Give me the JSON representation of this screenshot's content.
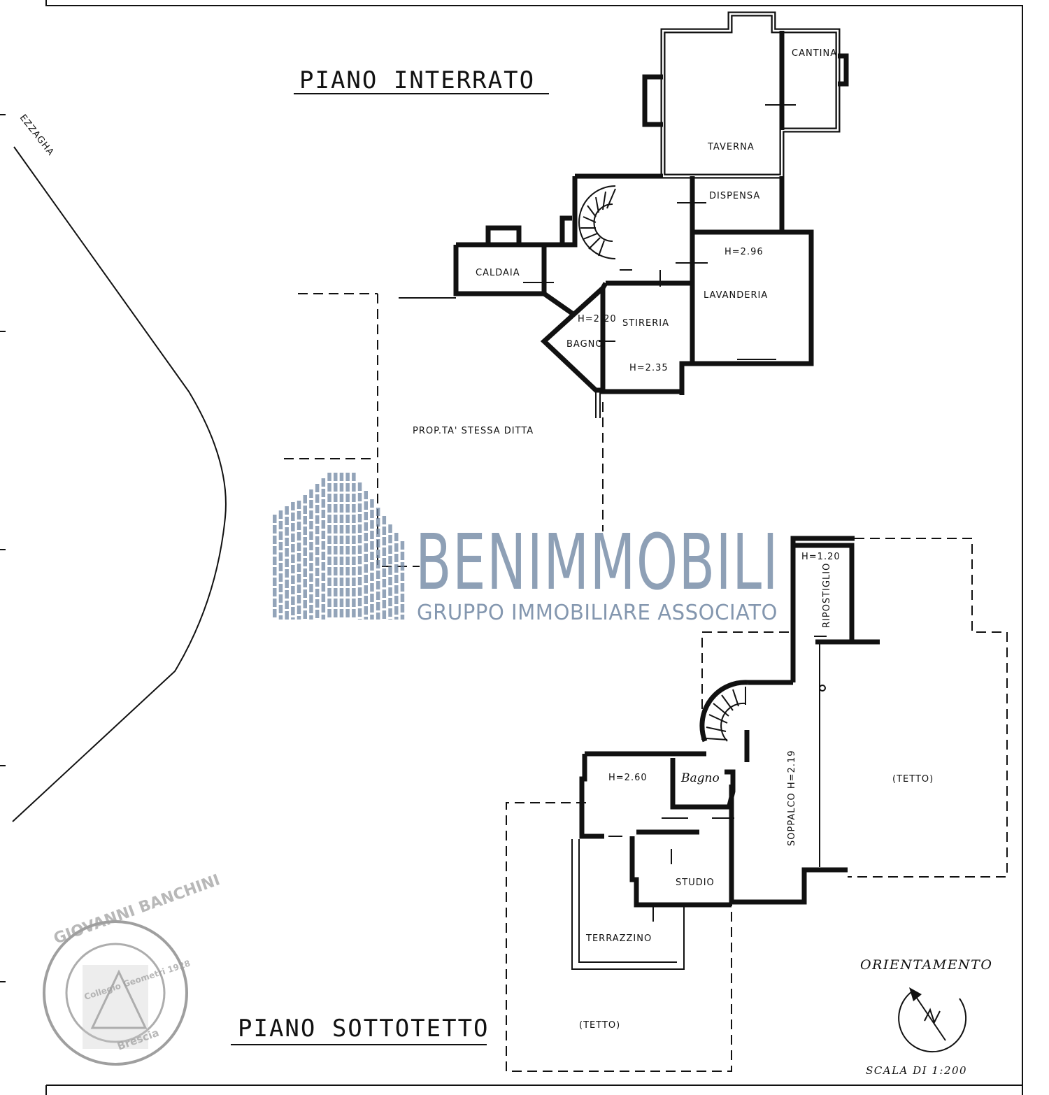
{
  "titles": {
    "piano_interrato": "PIANO INTERRATO",
    "piano_sottotetto": "PIANO SOTTOTETTO"
  },
  "street": "EZZAGHA",
  "rooms_interrato": {
    "taverna": "TAVERNA",
    "cantina": "CANTINA",
    "dispensa": "DISPENSA",
    "lavanderia": "LAVANDERIA",
    "h_lavanderia": "H=2.96",
    "caldaia": "CALDAIA",
    "stireria": "STIRERIA",
    "h_stireria": "H=2.35",
    "bagno": "BAGNO",
    "h_bagno": "H=2.20",
    "proprieta": "PROP.TA' STESSA DITTA"
  },
  "rooms_sottotetto": {
    "ripostiglio": "RIPOSTIGLIO",
    "h_ripostiglio": "H=1.20",
    "soppalco": "SOPPALCO  H=2.19",
    "tetto_right": "(TETTO)",
    "tetto_bottom": "(TETTO)",
    "h_room": "H=2.60",
    "bagno": "Bagno",
    "studio": "STUDIO",
    "terrazzino": "TERRAZZINO"
  },
  "orientation": {
    "label": "ORIENTAMENTO",
    "scale": "SCALA DI 1:200"
  },
  "watermark": {
    "brand": "BENIMMOBILI",
    "tagline": "GRUPPO IMMOBILIARE ASSOCIATO",
    "color": "#6f86a2"
  },
  "stamp": {
    "top": "GIOVANNI BANCHINI",
    "bottom": "Brescia",
    "center": "Collegio Geometri 1928"
  }
}
